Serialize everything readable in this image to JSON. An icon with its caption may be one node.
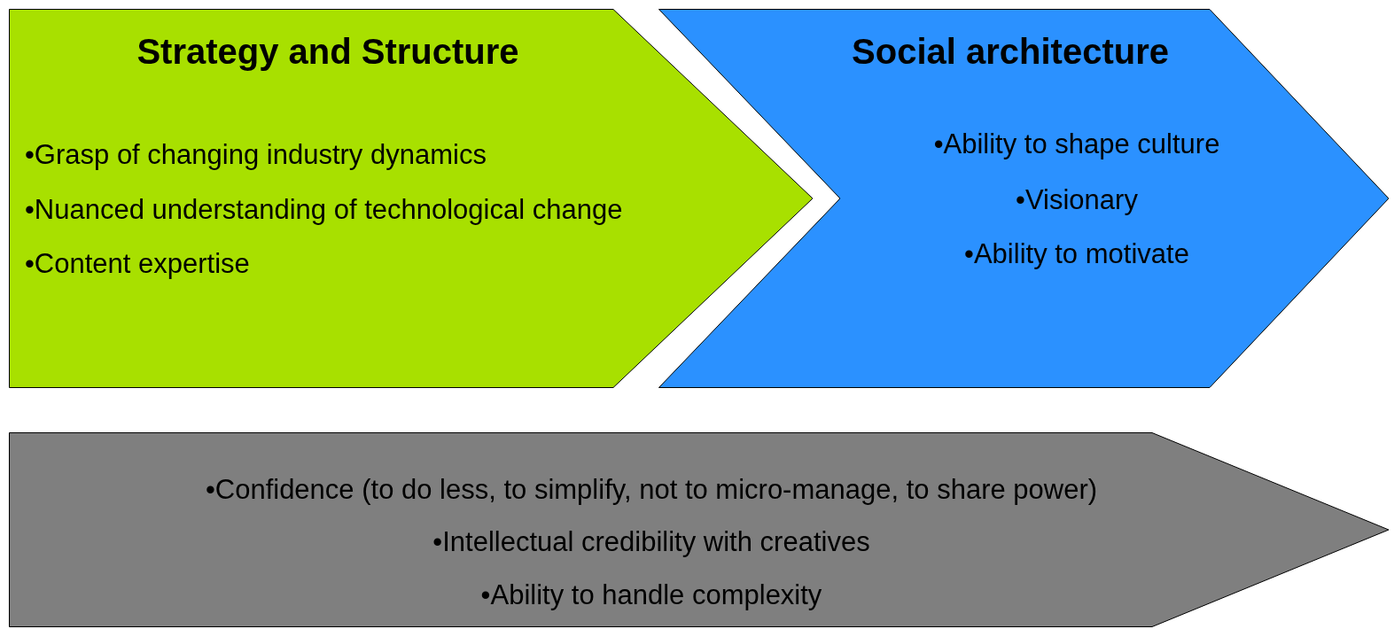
{
  "diagram": {
    "nodes": [
      {
        "text": [
          "Strategy and Structure",
          "•Grasp of changing industry dynamics",
          "•Nuanced understanding of technological change",
          "•Content expertise"
        ]
      },
      {
        "text": [
          "Social architecture",
          "•Ability to shape culture",
          "•Visionary",
          "•Ability to motivate"
        ]
      },
      {
        "text": [
          "•Confidence (to do less, to simplify, not to micro-manage, to share power)",
          "•Intellectual credibility with creatives",
          "•Ability to handle complexity"
        ]
      }
    ]
  }
}
